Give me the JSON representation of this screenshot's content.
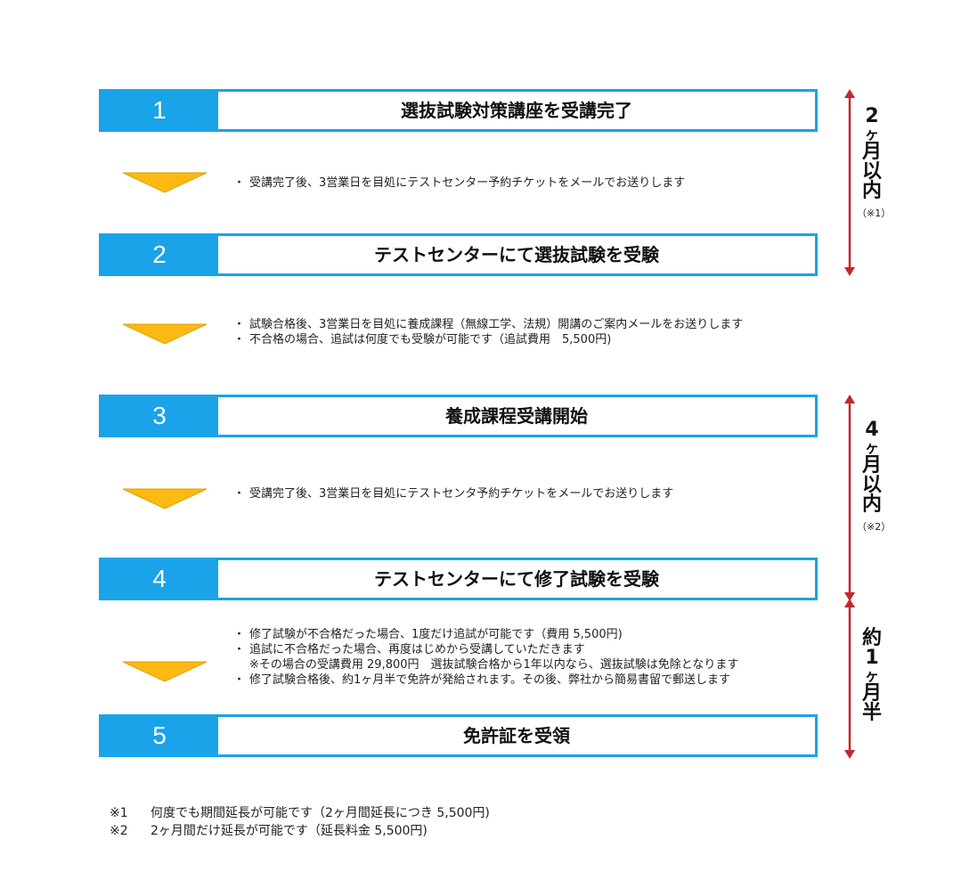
{
  "steps": [
    {
      "num": "1",
      "title": "選抜試験対策講座を受講完了"
    },
    {
      "num": "2",
      "title": "テストセンターにて選抜試験を受験"
    },
    {
      "num": "3",
      "title": "養成課程受講開始"
    },
    {
      "num": "4",
      "title": "テストセンターにて修了試験を受験"
    },
    {
      "num": "5",
      "title": "免許証を受領"
    }
  ],
  "notes": [
    [
      "受講完了後、3営業日を目処にテストセンター予約チケットをメールでお送りします"
    ],
    [
      "試験合格後、3営業日を目処に養成課程（無線工学、法規）開講のご案内メールをお送りします",
      "不合格の場合、追試は何度でも受験が可能です（追試費用　5,500円)"
    ],
    [
      "受講完了後、3営業日を目処にテストセンタ予約チケットをメールでお送りします"
    ],
    [
      "修了試験が不合格だった場合、1度だけ追試が可能です（費用 5,500円)",
      "追試に不合格だった場合、再度はじめから受講していただきます",
      "※その場合の受講費用 29,800円　選抜試験合格から1年以内なら、選抜試験は免除となります",
      "修了試験合格後、約1ヶ月半で免許が発給されます。その後、弊社から簡易書留で郵送します"
    ]
  ],
  "bullet": "・",
  "durations": [
    {
      "chars": [
        "2",
        "ヶ",
        "月",
        "以",
        "内"
      ],
      "ref": "（※1）"
    },
    {
      "chars": [
        "4",
        "ヶ",
        "月",
        "以",
        "内"
      ],
      "ref": "（※2）"
    },
    {
      "chars": [
        "約",
        "1",
        "ヶ",
        "月",
        "半"
      ],
      "ref": ""
    }
  ],
  "footnotes": [
    {
      "mark": "※1",
      "text": "何度でも期間延長が可能です（2ヶ月間延長につき 5,500円)"
    },
    {
      "mark": "※2",
      "text": "2ヶ月間だけ延長が可能です（延長料金 5,500円)"
    }
  ],
  "colors": {
    "step_blue": "#1aa3e8",
    "arrow_yellow": "#fdb913",
    "bracket_red": "#c1272d"
  }
}
